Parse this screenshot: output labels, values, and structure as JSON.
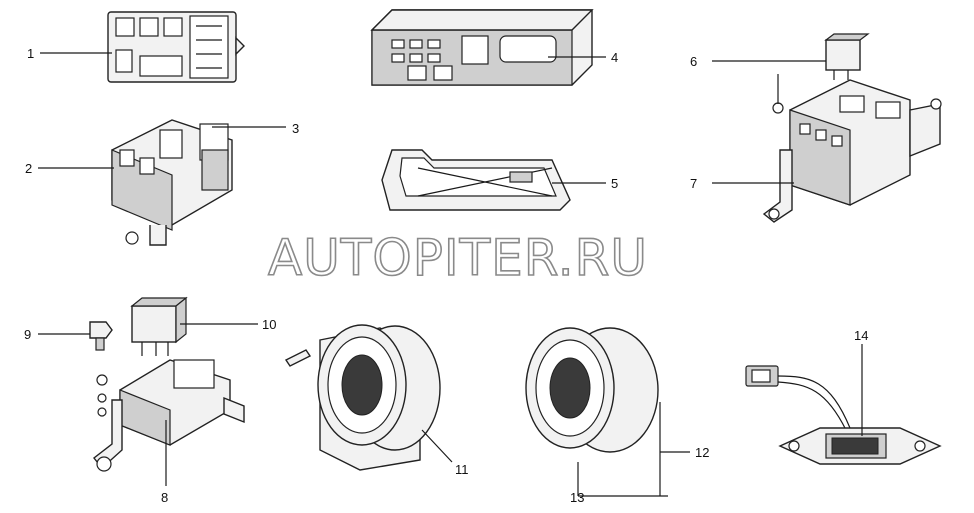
{
  "watermark": "AUTOPITER.RU",
  "callouts": [
    {
      "id": "1",
      "label": "1"
    },
    {
      "id": "2",
      "label": "2"
    },
    {
      "id": "3",
      "label": "3"
    },
    {
      "id": "4",
      "label": "4"
    },
    {
      "id": "5",
      "label": "5"
    },
    {
      "id": "6",
      "label": "6"
    },
    {
      "id": "7",
      "label": "7"
    },
    {
      "id": "8",
      "label": "8"
    },
    {
      "id": "9",
      "label": "9"
    },
    {
      "id": "10",
      "label": "10"
    },
    {
      "id": "11",
      "label": "11"
    },
    {
      "id": "12",
      "label": "12"
    },
    {
      "id": "13",
      "label": "13"
    },
    {
      "id": "14",
      "label": "14"
    }
  ]
}
